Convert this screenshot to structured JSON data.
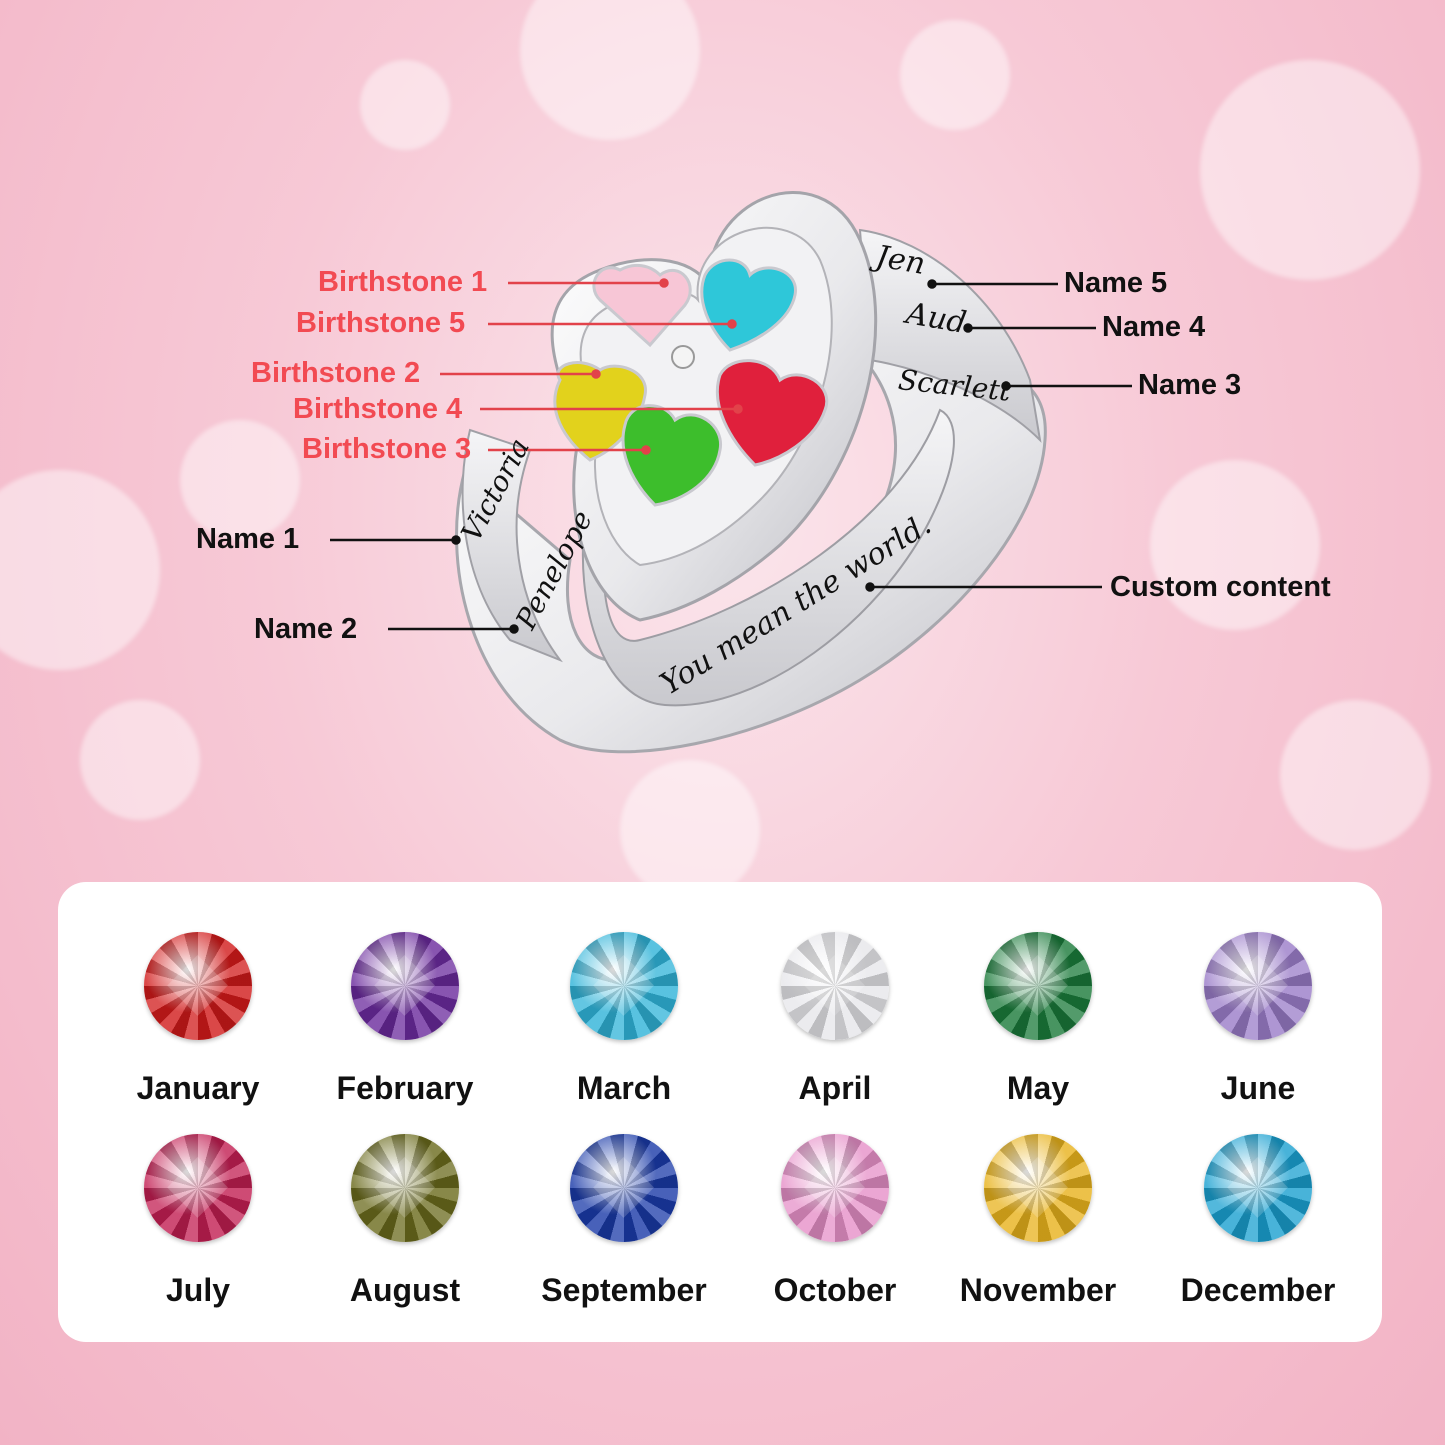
{
  "ring_callouts": {
    "birthstones": [
      {
        "label": "Birthstone 1"
      },
      {
        "label": "Birthstone 5"
      },
      {
        "label": "Birthstone 2"
      },
      {
        "label": "Birthstone 4"
      },
      {
        "label": "Birthstone 3"
      }
    ],
    "names": [
      {
        "label": "Name 5"
      },
      {
        "label": "Name 4"
      },
      {
        "label": "Name 3"
      },
      {
        "label": "Name 1"
      },
      {
        "label": "Name 2"
      },
      {
        "label": "Custom content"
      }
    ]
  },
  "engravings": {
    "name5": "Jen",
    "name4": "Aud",
    "name3": "Scarlett",
    "name1": "Victoria",
    "name2": "Penelope",
    "custom": "You mean the world."
  },
  "ring_stone_colors": {
    "stone1": "#f7c6d6",
    "stone5": "#2ec7d9",
    "stone2": "#e2d21c",
    "stone4": "#e0203c",
    "stone3": "#3dbe2c",
    "center": "#f4f4f4"
  },
  "months": [
    {
      "label": "January",
      "color": "#d11a1a"
    },
    {
      "label": "February",
      "color": "#6a2a9c"
    },
    {
      "label": "March",
      "color": "#2fb3d8"
    },
    {
      "label": "April",
      "color": "#e6e6ea"
    },
    {
      "label": "May",
      "color": "#1a7a3a"
    },
    {
      "label": "June",
      "color": "#9a7cc8"
    },
    {
      "label": "July",
      "color": "#c21e52"
    },
    {
      "label": "August",
      "color": "#6a6a1c"
    },
    {
      "label": "September",
      "color": "#1a3aa8"
    },
    {
      "label": "October",
      "color": "#e690c8"
    },
    {
      "label": "November",
      "color": "#e8b21c"
    },
    {
      "label": "December",
      "color": "#1aa0d0"
    }
  ]
}
